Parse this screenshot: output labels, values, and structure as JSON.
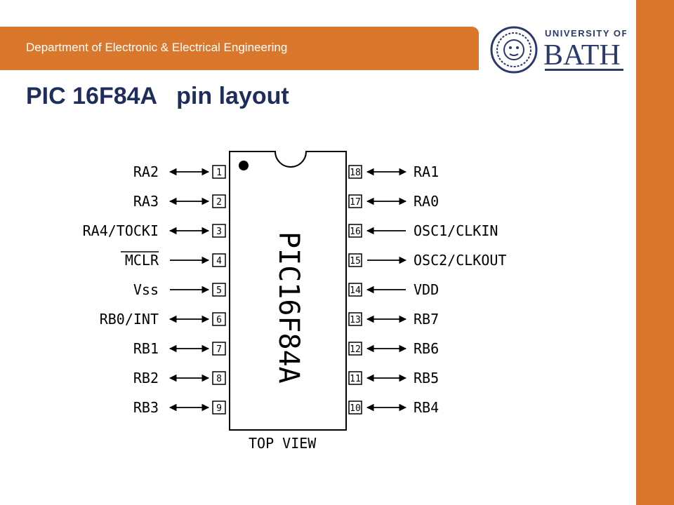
{
  "header": {
    "department": "Department of Electronic & Electrical Engineering",
    "university_top": "UNIVERSITY OF",
    "university_name": "BATH"
  },
  "title": "PIC 16F84A   pin layout",
  "colors": {
    "accent": "#d9782d",
    "title": "#1f2d5c",
    "logo": "#2b3a6b"
  },
  "diagram": {
    "chip_name": "PIC16F84A",
    "view_label": "TOP VIEW",
    "left_pins": [
      {
        "number": "1",
        "label": "RA2",
        "direction": "bidirectional"
      },
      {
        "number": "2",
        "label": "RA3",
        "direction": "bidirectional"
      },
      {
        "number": "3",
        "label": "RA4/TOCKI",
        "direction": "bidirectional"
      },
      {
        "number": "4",
        "label": "MCLR",
        "direction": "input",
        "overline": true
      },
      {
        "number": "5",
        "label": "Vss",
        "direction": "input"
      },
      {
        "number": "6",
        "label": "RB0/INT",
        "direction": "bidirectional"
      },
      {
        "number": "7",
        "label": "RB1",
        "direction": "bidirectional"
      },
      {
        "number": "8",
        "label": "RB2",
        "direction": "bidirectional"
      },
      {
        "number": "9",
        "label": "RB3",
        "direction": "bidirectional"
      }
    ],
    "right_pins": [
      {
        "number": "18",
        "label": "RA1",
        "direction": "bidirectional"
      },
      {
        "number": "17",
        "label": "RA0",
        "direction": "bidirectional"
      },
      {
        "number": "16",
        "label": "OSC1/CLKIN",
        "direction": "input"
      },
      {
        "number": "15",
        "label": "OSC2/CLKOUT",
        "direction": "output"
      },
      {
        "number": "14",
        "label": "VDD",
        "direction": "input"
      },
      {
        "number": "13",
        "label": "RB7",
        "direction": "bidirectional"
      },
      {
        "number": "12",
        "label": "RB6",
        "direction": "bidirectional"
      },
      {
        "number": "11",
        "label": "RB5",
        "direction": "bidirectional"
      },
      {
        "number": "10",
        "label": "RB4",
        "direction": "bidirectional"
      }
    ]
  }
}
